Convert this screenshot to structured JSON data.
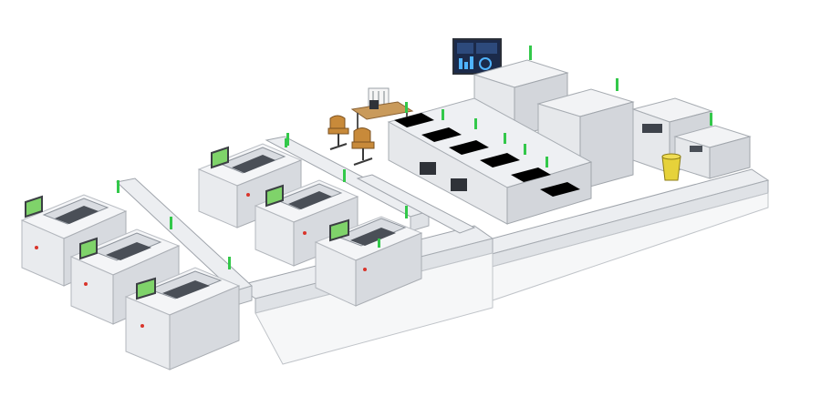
{
  "scene": {
    "type": "laboratory automation line illustration",
    "colors": {
      "background": "#ffffff",
      "machine_body": "#eceef1",
      "hood_glass": "#d9dce1",
      "status_led": "#33c84a",
      "brand_logo": "#d9342b",
      "monitor_screen": "#7fd36a",
      "dashboard_screen": "#1b2a4a",
      "waste_bin": "#e6d23a",
      "desk_wood": "#c99a5b"
    },
    "counts": {
      "analyzers_left_group": 3,
      "analyzers_middle_group": 3,
      "modules_back_row": 6,
      "large_towers": 2,
      "chairs": 2
    }
  }
}
